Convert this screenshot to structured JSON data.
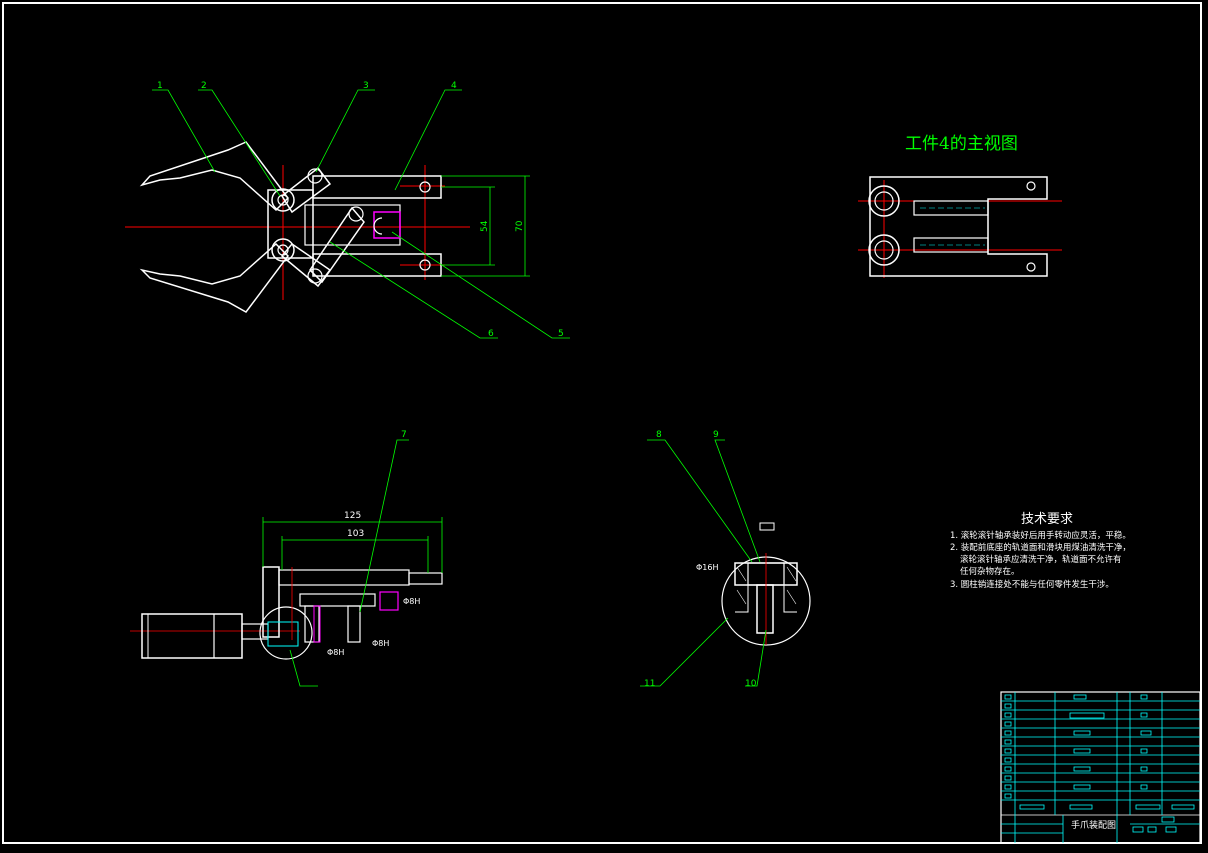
{
  "view_title": "工件4的主视图",
  "callouts": {
    "c1": "1",
    "c2": "2",
    "c3": "3",
    "c4": "4",
    "c5": "5",
    "c6": "6",
    "c7": "7",
    "c8": "8",
    "c9": "9",
    "c10": "10",
    "c11": "11"
  },
  "dimensions": {
    "d54": "54",
    "d70": "70",
    "d125": "125",
    "d103": "103",
    "phi8_a": "Φ8H",
    "phi8_b": "Φ8H",
    "phi8_c": "Φ8H",
    "phi16": "Φ16H"
  },
  "tech_requirements": {
    "title": "技术要求",
    "line1": "1. 滚轮滚针轴承装好后用手转动应灵活，平稳。",
    "line2": "2. 装配前底座的轨道面和滑块用煤油清洗干净，",
    "line3": "滚轮滚针轴承应清洗干净，轨道面不允许有",
    "line4": "任何杂物存在。",
    "line5": "3. 圆柱销连接处不能与任何零件发生干涉。"
  },
  "title_block": {
    "drawing_name": "手爪装配图"
  },
  "colors": {
    "background": "#000000",
    "outline": "#ffffff",
    "leader": "#00ff00",
    "centerline": "#ff0000",
    "table": "#00ffff",
    "hatch": "#ff00ff"
  }
}
